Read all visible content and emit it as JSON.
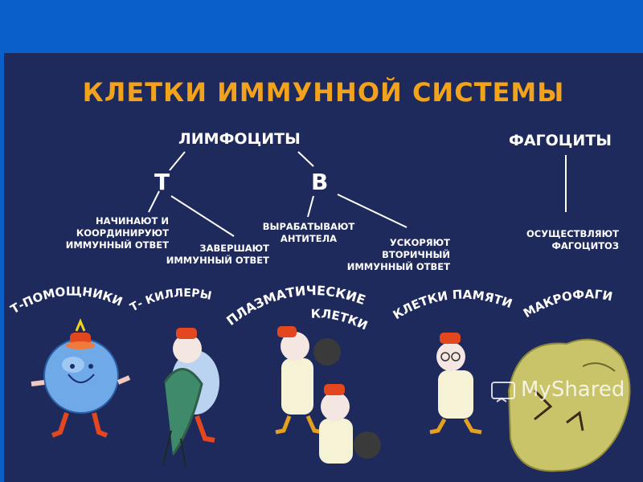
{
  "title": "КЛЕТКИ ИММУННОЙ СИСТЕМЫ",
  "nodes": {
    "lymphocytes": "ЛИМФОЦИТЫ",
    "phagocytes": "ФАГОЦИТЫ",
    "t": "Т",
    "b": "В"
  },
  "descriptions": {
    "t_start_1": "НАЧИНАЮТ И",
    "t_start_2": "КООРДИНИРУЮТ",
    "t_start_3": "ИММУННЫЙ ОТВЕТ",
    "t_end_1": "ЗАВЕРШАЮТ",
    "t_end_2": "ИММУННЫЙ ОТВЕТ",
    "b_prod_1": "ВЫРАБАТЫВАЮТ",
    "b_prod_2": "АНТИТЕЛА",
    "b_acc_1": "УСКОРЯЮТ",
    "b_acc_2": "ВТОРИЧНЫЙ",
    "b_acc_3": "ИММУННЫЙ ОТВЕТ",
    "ph_1": "ОСУЩЕСТВЛЯЮТ",
    "ph_2": "ФАГОЦИТОЗ"
  },
  "cells": {
    "helpers": "Т-ПОМОЩНИКИ",
    "killers": "Т- КИЛЛЕРЫ",
    "plasma_1": "ПЛАЗМАТИЧЕСКИЕ",
    "plasma_2": "КЛЕТКИ",
    "memory": "КЛЕТКИ ПАМЯТИ",
    "macrophages": "МАКРОФАГИ"
  },
  "watermark": "MyShared",
  "colors": {
    "background": "#1f2a5c",
    "frame": "#0a5fc8",
    "title": "#f2a31b",
    "text": "#ffffff"
  }
}
